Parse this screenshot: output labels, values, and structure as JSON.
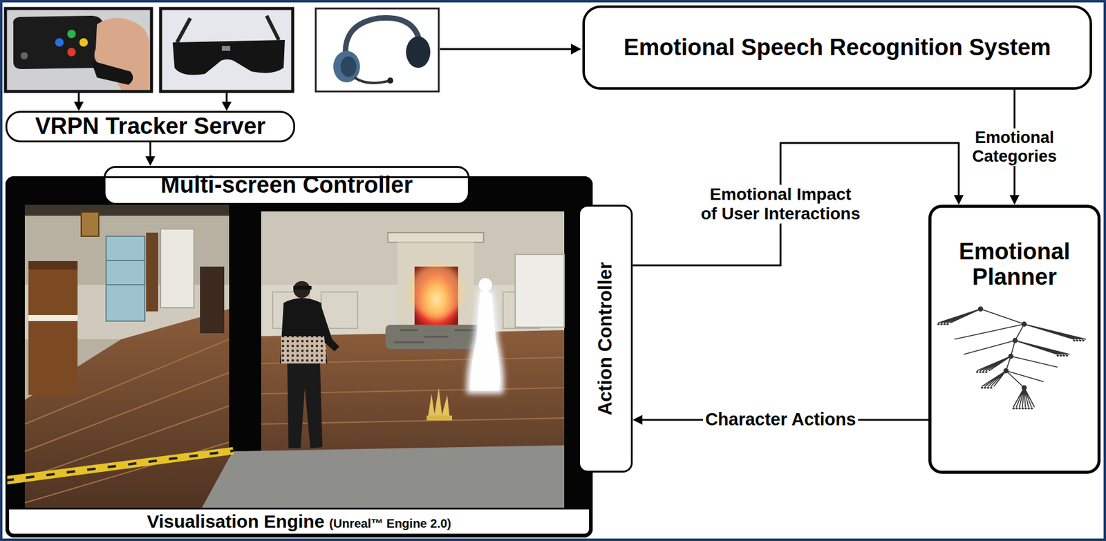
{
  "diagram": {
    "nodes": [
      {
        "text": [
          "VRPN Tracker Server"
        ]
      },
      {
        "text": [
          "Emotional Speech Recognition System"
        ]
      },
      {
        "text": [
          "Multi-screen Controller"
        ]
      },
      {
        "text": [
          "Visualisation Engine",
          "(Unreal™ Engine 2.0)"
        ]
      },
      {
        "text": [
          "Action Controller"
        ]
      },
      {
        "text": [
          "Emotional Planner"
        ]
      }
    ],
    "edges": [
      {
        "from": 0,
        "to": 2,
        "arrow": "to"
      },
      {
        "from": 1,
        "to": 5,
        "label": "Emotional Categories",
        "arrow": "to"
      },
      {
        "from": 4,
        "to": 5,
        "label": "Emotional Impact of User Interactions",
        "arrow": "to"
      },
      {
        "from": 5,
        "to": 4,
        "label": "Character Actions",
        "arrow": "to"
      }
    ]
  }
}
